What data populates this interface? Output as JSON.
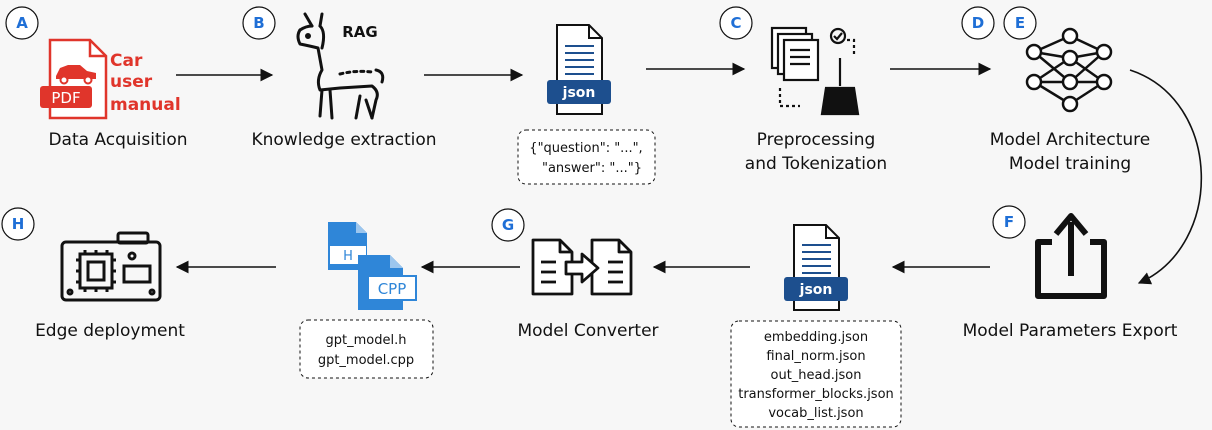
{
  "step_letters": {
    "a": "A",
    "b": "B",
    "c": "C",
    "d": "D",
    "e": "E",
    "f": "F",
    "g": "G",
    "h": "H"
  },
  "labels": {
    "data_acquisition": "Data Acquisition",
    "knowledge_extraction": "Knowledge extraction",
    "preprocessing_1": "Preprocessing",
    "preprocessing_2": "and Tokenization",
    "model_arch_1": "Model Architecture",
    "model_arch_2": "Model training",
    "model_export": "Model Parameters Export",
    "model_converter": "Model Converter",
    "edge_deployment": "Edge deployment"
  },
  "pdf_icon": {
    "badge": "PDF",
    "text_1": "Car",
    "text_2": "user",
    "text_3": "manual"
  },
  "rag_label": "RAG",
  "json_badge": "json",
  "qa_note": {
    "line_1": "{\"question\": \"...\",",
    "line_2": "\"answer\": \"...\"}"
  },
  "export_files": [
    "embedding.json",
    "final_norm.json",
    "out_head.json",
    "transformer_blocks.json",
    "vocab_list.json"
  ],
  "generated_files": [
    "gpt_model.h",
    "gpt_model.cpp"
  ],
  "file_badges": {
    "h": "H",
    "cpp": "CPP"
  },
  "colors": {
    "step_circle_text": "#1f6fd6",
    "pdf_red": "#e0352b",
    "json_blue": "#1d4f8e",
    "h_blue": "#2f86d8"
  }
}
